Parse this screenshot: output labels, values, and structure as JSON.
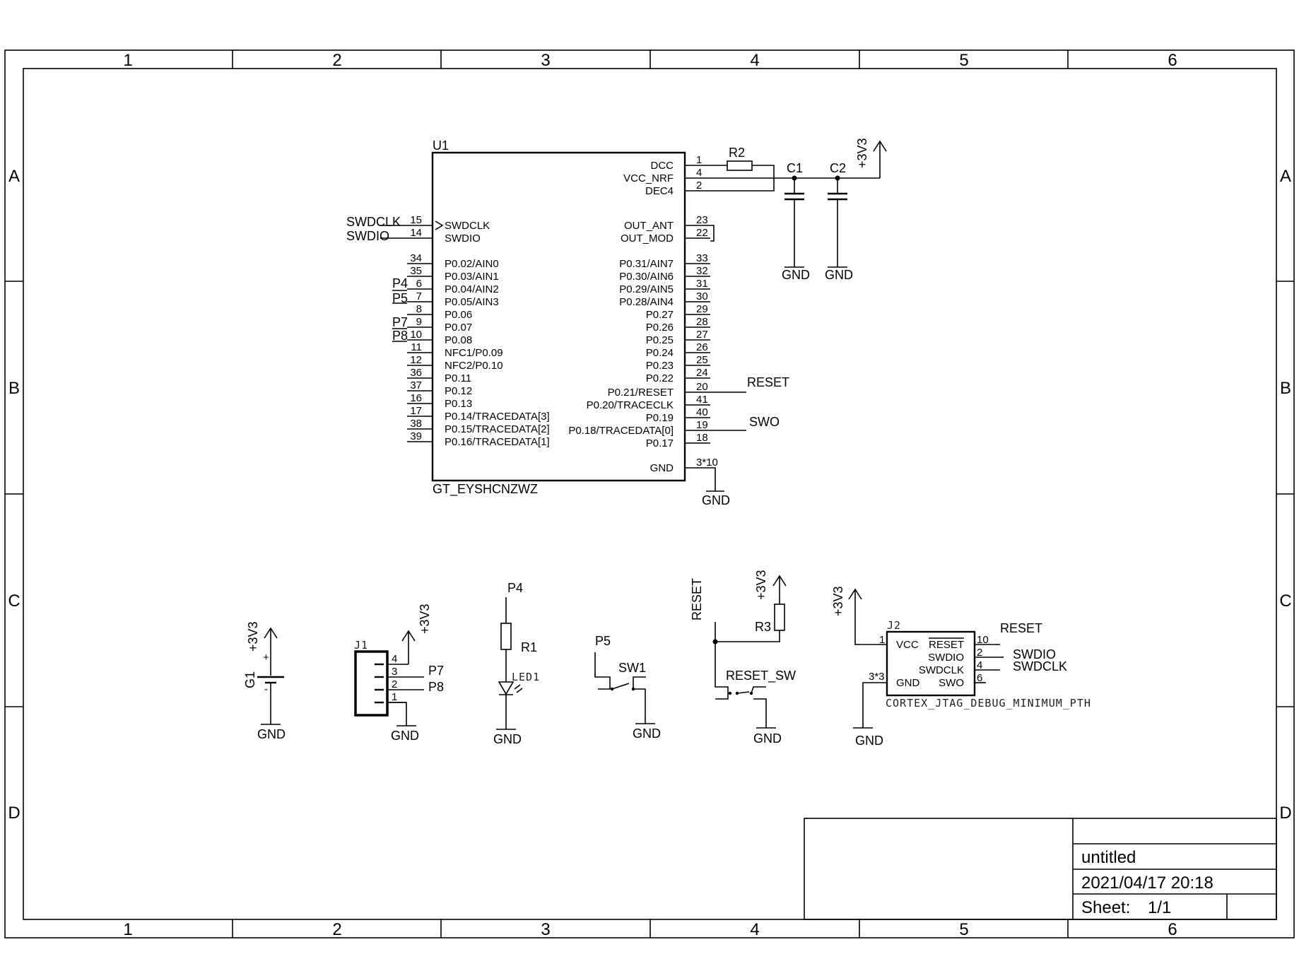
{
  "frame": {
    "columns": [
      "1",
      "2",
      "3",
      "4",
      "5",
      "6"
    ],
    "rows": [
      "A",
      "B",
      "C",
      "D"
    ]
  },
  "u1": {
    "ref": "U1",
    "value": "GT_EYSHCNZWZ",
    "left_pins": [
      {
        "num": "15",
        "name": "SWDCLK"
      },
      {
        "num": "14",
        "name": "SWDIO"
      },
      {
        "num": "34",
        "name": "P0.02/AIN0"
      },
      {
        "num": "35",
        "name": "P0.03/AIN1"
      },
      {
        "num": "6",
        "name": "P0.04/AIN2"
      },
      {
        "num": "7",
        "name": "P0.05/AIN3"
      },
      {
        "num": "8",
        "name": "P0.06"
      },
      {
        "num": "9",
        "name": "P0.07"
      },
      {
        "num": "10",
        "name": "P0.08"
      },
      {
        "num": "11",
        "name": "NFC1/P0.09"
      },
      {
        "num": "12",
        "name": "NFC2/P0.10"
      },
      {
        "num": "36",
        "name": "P0.11"
      },
      {
        "num": "37",
        "name": "P0.12"
      },
      {
        "num": "16",
        "name": "P0.13"
      },
      {
        "num": "17",
        "name": "P0.14/TRACEDATA[3]"
      },
      {
        "num": "38",
        "name": "P0.15/TRACEDATA[2]"
      },
      {
        "num": "39",
        "name": "P0.16/TRACEDATA[1]"
      }
    ],
    "right_pins": [
      {
        "num": "1",
        "name": "DCC"
      },
      {
        "num": "4",
        "name": "VCC_NRF"
      },
      {
        "num": "2",
        "name": "DEC4"
      },
      {
        "num": "23",
        "name": "OUT_ANT"
      },
      {
        "num": "22",
        "name": "OUT_MOD"
      },
      {
        "num": "33",
        "name": "P0.31/AIN7"
      },
      {
        "num": "32",
        "name": "P0.30/AIN6"
      },
      {
        "num": "31",
        "name": "P0.29/AIN5"
      },
      {
        "num": "30",
        "name": "P0.28/AIN4"
      },
      {
        "num": "29",
        "name": "P0.27"
      },
      {
        "num": "28",
        "name": "P0.26"
      },
      {
        "num": "27",
        "name": "P0.25"
      },
      {
        "num": "26",
        "name": "P0.24"
      },
      {
        "num": "25",
        "name": "P0.23"
      },
      {
        "num": "24",
        "name": "P0.22"
      },
      {
        "num": "20",
        "name": "P0.21/RESET"
      },
      {
        "num": "41",
        "name": "P0.20/TRACECLK"
      },
      {
        "num": "40",
        "name": "P0.19"
      },
      {
        "num": "19",
        "name": "P0.18/TRACEDATA[0]"
      },
      {
        "num": "18",
        "name": "P0.17"
      },
      {
        "num": "3*10",
        "name": "GND"
      }
    ]
  },
  "nets": {
    "swdclk": "SWDCLK",
    "swdio": "SWDIO",
    "p4": "P4",
    "p5": "P5",
    "p7": "P7",
    "p8": "P8",
    "reset": "RESET",
    "swo": "SWO",
    "gnd": "GND",
    "v3": "+3V3"
  },
  "parts": {
    "r1": "R1",
    "r2": "R2",
    "r3": "R3",
    "c1": "C1",
    "c2": "C2",
    "g1": "G1",
    "g1_plus": "+",
    "g1_minus": "-",
    "j1": "J1",
    "j1_pins": [
      "4",
      "3",
      "2",
      "1"
    ],
    "led1": "LED1",
    "sw1": "SW1",
    "reset_sw": "RESET_SW",
    "j2": "J2",
    "j2_value": "CORTEX_JTAG_DEBUG_MINIMUM_PTH",
    "j2_left": [
      {
        "num": "1",
        "name": "VCC"
      },
      {
        "num": "3*3",
        "name": "GND"
      }
    ],
    "j2_right": [
      {
        "num": "10",
        "name": "RESET"
      },
      {
        "num": "2",
        "name": "SWDIO"
      },
      {
        "num": "4",
        "name": "SWDCLK"
      },
      {
        "num": "6",
        "name": "SWO"
      }
    ]
  },
  "title_block": {
    "title": "untitled",
    "date": "2021/04/17 20:18",
    "sheet_label": "Sheet:",
    "sheet_value": "1/1"
  }
}
